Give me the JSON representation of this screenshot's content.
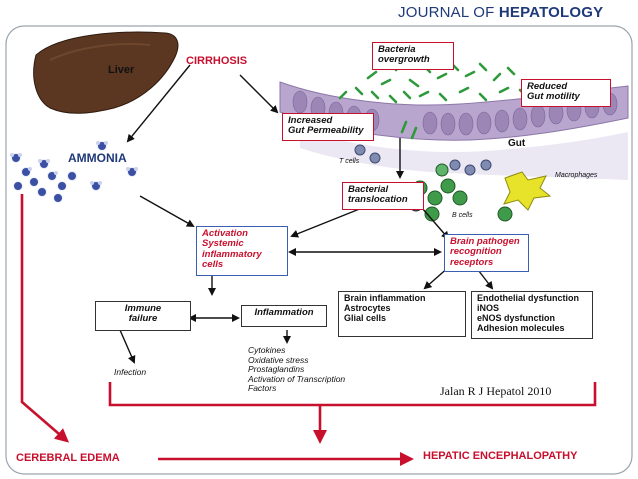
{
  "journal": {
    "prefix": "JOURNAL OF ",
    "name": "HEPATOLOGY"
  },
  "nodes": {
    "liver": "Liver",
    "cirrhosis": "CIRRHOSIS",
    "ammonia": "AMMONIA",
    "gut": "Gut",
    "t_cells": "T cells",
    "b_cells": "B cells",
    "macrophages": "Macrophages",
    "bacteria_overgrowth": [
      "Bacteria",
      "overgrowth"
    ],
    "reduced_gut_motility": [
      "Reduced",
      "Gut motility"
    ],
    "increased_gut_permeability": [
      "Increased",
      "Gut Permeability"
    ],
    "bacterial_translocation": [
      "Bacterial",
      "translocation"
    ],
    "activation_systemic": [
      "Activation",
      "Systemic",
      "inflammatory",
      "cells"
    ],
    "brain_pathogen": [
      "Brain pathogen",
      "recognition",
      "receptors"
    ],
    "immune_failure": [
      "Immune",
      "failure"
    ],
    "inflammation": "Inflammation",
    "brain_inflammation": [
      "Brain inflammation",
      "Astrocytes",
      "Glial cells"
    ],
    "endothelial": [
      "Endothelial dysfunction",
      "iNOS",
      "eNOS dysfunction",
      "Adhesion molecules"
    ],
    "infection": "Infection",
    "cytokines_list": [
      "Cytokines",
      "Oxidative stress",
      "Prostaglandins",
      "Activation of Transcription",
      "Factors"
    ],
    "cerebral_edema": "CEREBRAL EDEMA",
    "hepatic_encephalopathy": "HEPATIC ENCEPHALOPATHY"
  },
  "citation": "Jalan R J Hepatol 2010",
  "colors": {
    "red": "#c8102e",
    "navy": "#1f3a7a",
    "blue_border": "#3a5fb0"
  }
}
